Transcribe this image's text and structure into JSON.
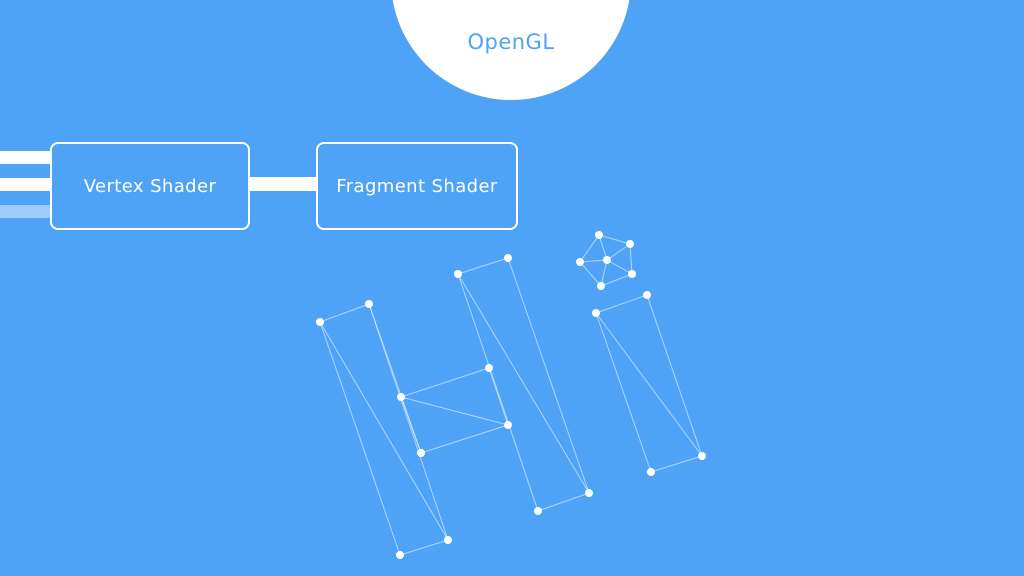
{
  "colors": {
    "background": "#4fa3f7",
    "foreground": "#ffffff"
  },
  "api_label": "OpenGL",
  "pipeline": {
    "stages": [
      {
        "label": "Vertex Shader"
      },
      {
        "label": "Fragment Shader"
      }
    ]
  }
}
